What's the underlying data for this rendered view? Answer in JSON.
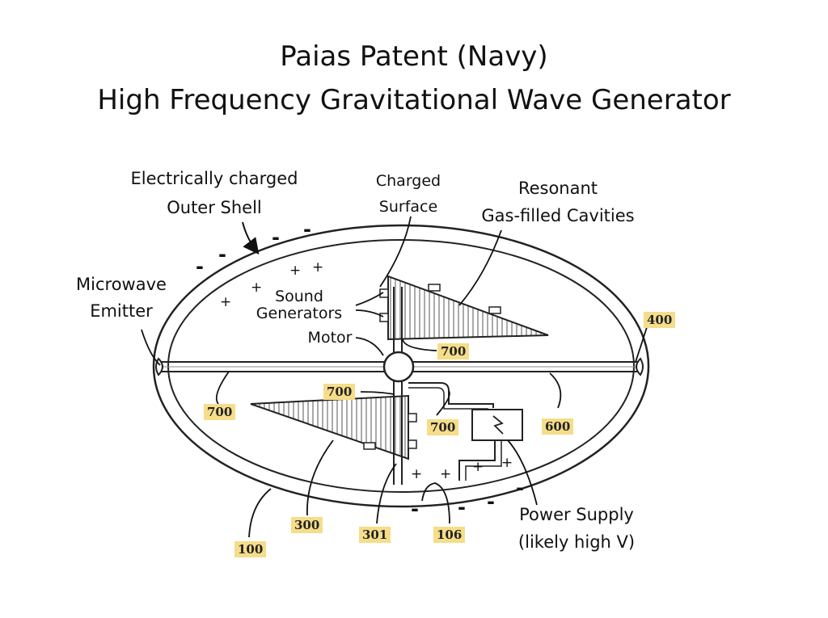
{
  "title": {
    "line1": "Paias Patent (Navy)",
    "line2": "High Frequency Gravitational Wave Generator"
  },
  "labels": {
    "outer_shell": [
      "Electrically charged",
      "Outer Shell"
    ],
    "charged_surface": [
      "Charged",
      "Surface"
    ],
    "resonant": [
      "Resonant",
      "Gas-filled Cavities"
    ],
    "microwave": [
      "Microwave",
      "Emitter"
    ],
    "sound": [
      "Sound",
      "Generators"
    ],
    "motor": "Motor",
    "power": [
      "Power Supply",
      "(likely high V)"
    ]
  },
  "numbers": {
    "n400": "400",
    "n700_axle": "700",
    "n700_upper": "700",
    "n700_left": "700",
    "n700_mid": "700",
    "n600": "600",
    "n300": "300",
    "n301": "301",
    "n106": "106",
    "n100": "100"
  },
  "signs": {
    "minus": "-",
    "plus": "+",
    "bolt": "⚡"
  },
  "colors": {
    "number_highlight": "#f5dd8a",
    "line": "#222222"
  }
}
